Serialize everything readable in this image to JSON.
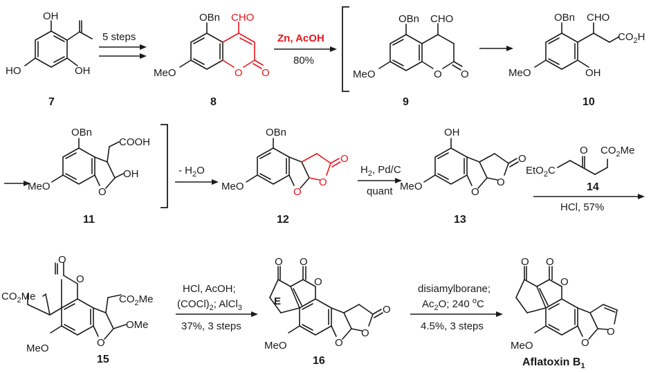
{
  "compounds": {
    "c7": "7",
    "c8": "8",
    "c9": "9",
    "c10": "10",
    "c11": "11",
    "c12": "12",
    "c13": "13",
    "c14": "14",
    "c15": "15",
    "c16": "16",
    "aflatoxin_main": "Aflatoxin B",
    "aflatoxin_sub": "1"
  },
  "reactions": {
    "r1": "5 steps",
    "r2_top": "Zn, AcOH",
    "r2_bottom": "80%",
    "r3": "- H",
    "r3_sub": "2",
    "r3_tail": "O",
    "r4_top_a": "H",
    "r4_top_sub": "2",
    "r4_top_b": ", Pd/C",
    "r4_bottom": "quant",
    "r5_bottom": "HCl, 57%",
    "r6_line1": "HCl, AcOH;",
    "r6_line2_a": "(COCl)",
    "r6_line2_sub": "2",
    "r6_line2_b": "; AlCl",
    "r6_line2_sub2": "3",
    "r6_line3": "37%, 3 steps",
    "r7_line1": "disiamylborane;",
    "r7_line2_a": "Ac",
    "r7_line2_sub": "2",
    "r7_line2_b": "O; 240 ",
    "r7_line2_sup": "o",
    "r7_line2_c": "C",
    "r7_line3": "4.5%, 3 steps"
  },
  "labels": {
    "oh": "OH",
    "ho": "HO",
    "obn": "OBn",
    "cho": "CHO",
    "meo": "MeO",
    "o": "O",
    "co2h_a": "CO",
    "co2h_sub": "2",
    "co2h_b": "H",
    "cooh": "COOH",
    "ome": "OMe",
    "co2me_a": "CO",
    "co2me_sub": "2",
    "co2me_b": "Me",
    "eto2c_a": "EtO",
    "eto2c_sub": "2",
    "eto2c_b": "C",
    "ring_e": "E"
  },
  "colors": {
    "highlight": "#e8141b",
    "ink": "#1a1a1a"
  }
}
